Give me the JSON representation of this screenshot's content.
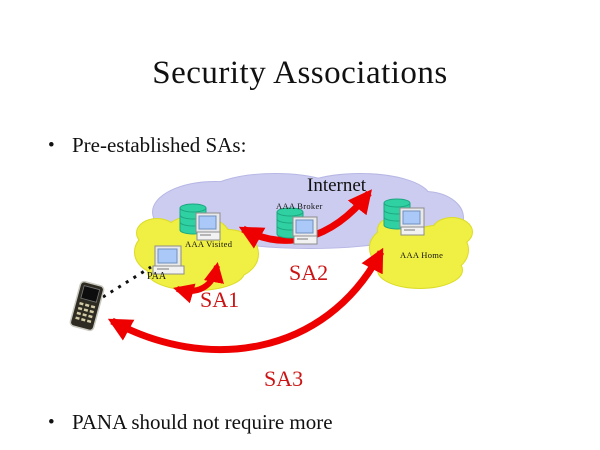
{
  "slide": {
    "title": "Security Associations",
    "bullet_glyph": "•",
    "bullets": [
      "Pre-established SAs:",
      "PANA should not require more"
    ]
  },
  "diagram": {
    "internet_label": "Internet",
    "nodes": {
      "aaa_broker": "AAA Broker",
      "aaa_visited": "AAA Visited",
      "aaa_home": "AAA Home",
      "paa": "PAA"
    },
    "associations": {
      "sa1": "SA1",
      "sa2": "SA2",
      "sa3": "SA3"
    }
  },
  "colors": {
    "background": "#ffffff",
    "text": "#111111",
    "arrow_red": "#ee0000",
    "sa_label_red": "#cc1414",
    "internet_cloud": "#ccccf0",
    "internet_cloud_edge": "#b7b7e6",
    "site_cloud": "#f0ef44",
    "site_cloud_edge": "#dcdc28",
    "server_teal": "#2fd0a2",
    "server_teal_dark": "#1da680",
    "screen_blue": "#aac9f8"
  }
}
